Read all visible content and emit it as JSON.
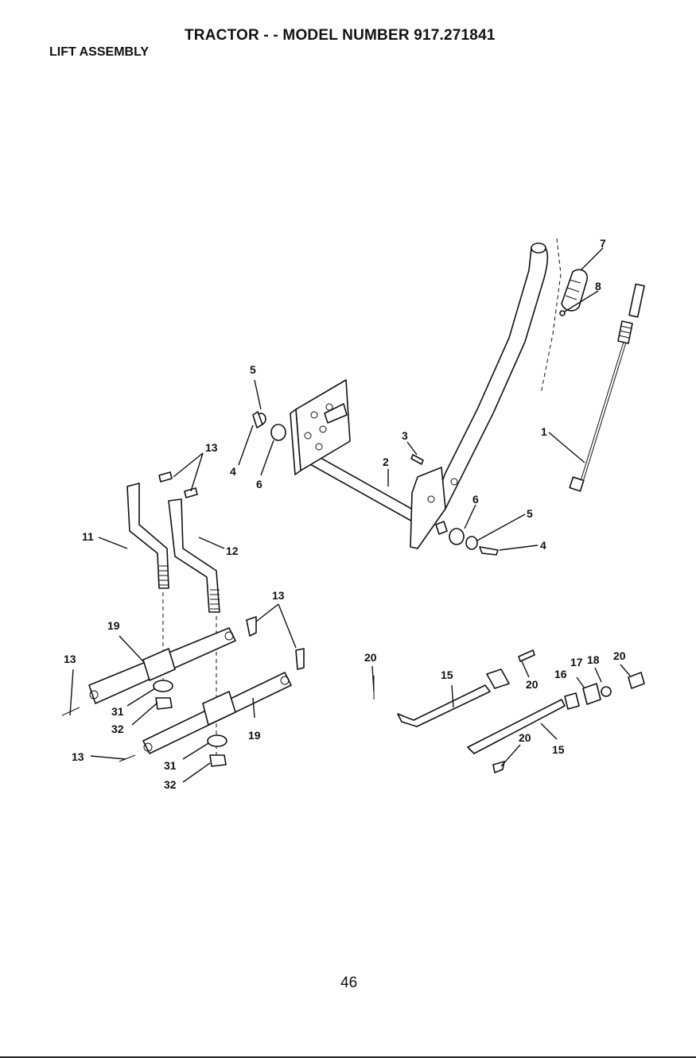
{
  "header": {
    "title": "TRACTOR - - MODEL NUMBER 917.271841",
    "section": "LIFT ASSEMBLY"
  },
  "footer": {
    "page_number": "46"
  },
  "callouts": {
    "c1": "1",
    "c2": "2",
    "c3": "3",
    "c4a": "4",
    "c4b": "4",
    "c5a": "5",
    "c5b": "5",
    "c6a": "6",
    "c6b": "6",
    "c7": "7",
    "c8": "8",
    "c11": "11",
    "c12": "12",
    "c13a": "13",
    "c13b": "13",
    "c13c": "13",
    "c13d": "13",
    "c15a": "15",
    "c15b": "15",
    "c16": "16",
    "c17": "17",
    "c18": "18",
    "c19a": "19",
    "c19b": "19",
    "c20a": "20",
    "c20b": "20",
    "c20c": "20",
    "c20d": "20",
    "c31a": "31",
    "c31b": "31",
    "c32a": "32",
    "c32b": "32"
  }
}
